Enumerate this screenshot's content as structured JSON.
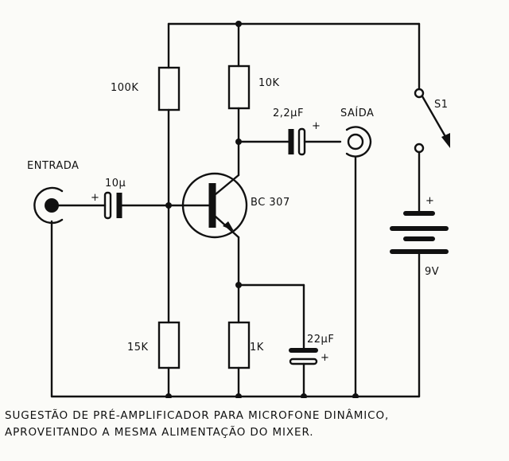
{
  "schematic": {
    "resistors": {
      "r1": "100K",
      "r2": "10K",
      "r3": "15K",
      "r4": "1K"
    },
    "capacitors": {
      "input_cap": "10µ",
      "output_cap": "2,2µF",
      "emitter_cap": "22µF"
    },
    "polarity": {
      "plus": "+"
    },
    "transistor": "BC 307",
    "input": "ENTRADA",
    "output": "SAÍDA",
    "switch": "S1",
    "battery": "9V"
  },
  "caption": {
    "line1": "SUGESTÃO DE PRÉ-AMPLIFICADOR PARA MICROFONE DINÂMICO,",
    "line2": "APROVEITANDO A MESMA ALIMENTAÇÃO DO MIXER."
  }
}
